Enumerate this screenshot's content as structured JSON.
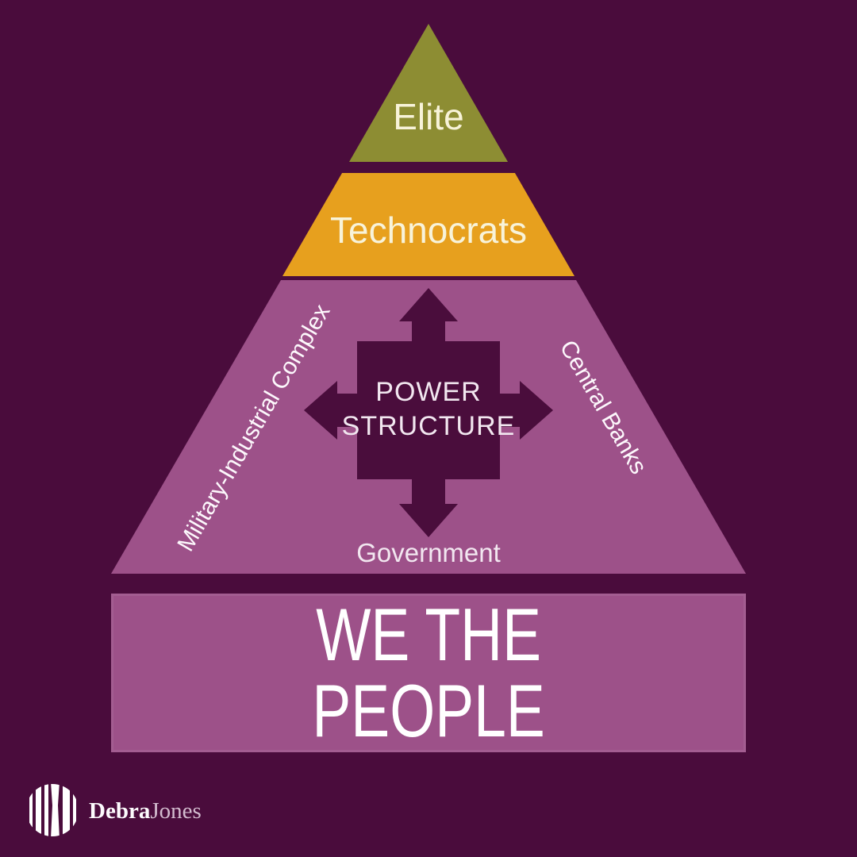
{
  "colors": {
    "background": "#4a0c3c",
    "olive": "#8d8d33",
    "orange": "#e7a01e",
    "mauve": "#9d5189",
    "motif": "#4a0d3c",
    "cream_text": "#f8f3d9",
    "light_text": "#f2e7f0",
    "white_text": "#ffffff",
    "logo_jones": "#d3bccf"
  },
  "pyramid": {
    "elite_label": "Elite",
    "technocrats_label": "Technocrats",
    "left_label": "Military-Industrial Complex",
    "right_label": "Central Banks",
    "bottom_label": "Government",
    "center_label": "POWER\nSTRUCTURE",
    "base_label": "WE THE\nPEOPLE"
  },
  "logo": {
    "name_bold": "Debra",
    "name_light": "Jones"
  }
}
